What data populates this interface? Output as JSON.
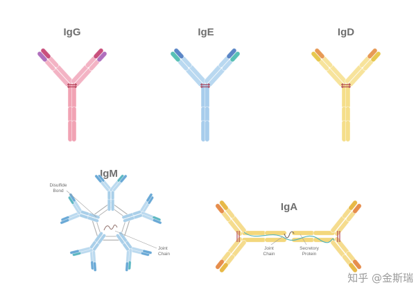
{
  "titles": {
    "igg": "IgG",
    "ige": "IgE",
    "igd": "IgD",
    "igm": "IgM",
    "iga": "IgA"
  },
  "annotations": {
    "disulfide_line1": "Disulfide",
    "disulfide_line2": "Bond",
    "igm_joint_line1": "Joint",
    "igm_joint_line2": "Chain",
    "iga_joint_line1": "Joint",
    "iga_joint_line2": "Chain",
    "secretory_line1": "Secretory",
    "secretory_line2": "Protein"
  },
  "watermark": "知乎 @金斯瑞",
  "palettes": {
    "igg": {
      "stem": "#f1a3b4",
      "arm": "#f3b3c4",
      "tip1": "#c9507d",
      "tip2": "#b06fbd",
      "bond": "#a3243d"
    },
    "ige": {
      "stem": "#a8cdec",
      "arm": "#b9d8f0",
      "tip1": "#5b86c6",
      "tip2": "#58c0b5",
      "bond": "#a3243d"
    },
    "igd": {
      "stem": "#f5de8a",
      "arm": "#f7e39b",
      "tip1": "#e79a55",
      "tip2": "#e7c84f",
      "bond": "#a3243d"
    },
    "igm": {
      "stem": "#a9cfe9",
      "arm": "#bcdaef",
      "tip1": "#6aa9d6",
      "tip2": "#5cb7c2",
      "joint": "#9a7d78",
      "ring": "#b3b3b3"
    },
    "iga": {
      "stem": "#f3d77c",
      "arm": "#f5dc8e",
      "tip1": "#e68d4c",
      "tip2": "#e7b947",
      "secretory": "#4fb1b6",
      "bond": "#a3243d"
    }
  }
}
